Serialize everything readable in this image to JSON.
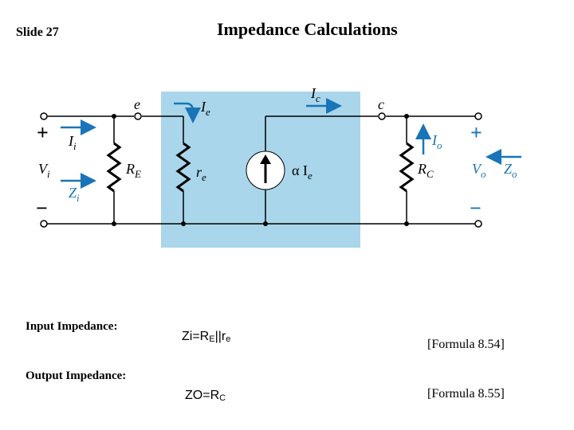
{
  "slide": {
    "number": "Slide 27",
    "title": "Impedance Calculations"
  },
  "circuit": {
    "node_e": "e",
    "node_c": "c",
    "label_Ie": "I",
    "label_Ie_sub": "e",
    "label_Ic": "I",
    "label_Ic_sub": "c",
    "label_Ii": "I",
    "label_Ii_sub": "i",
    "label_Vi": "V",
    "label_Vi_sub": "i",
    "label_Zi": "Z",
    "label_Zi_sub": "i",
    "label_RE": "R",
    "label_RE_sub": "E",
    "label_re": "r",
    "label_re_sub": "e",
    "label_alpha": "α I",
    "label_alpha_sub": "e",
    "label_Io": "I",
    "label_Io_sub": "o",
    "label_RC": "R",
    "label_RC_sub": "C",
    "label_Vo": "V",
    "label_Vo_sub": "o",
    "label_Zo": "Z",
    "label_Zo_sub": "o",
    "plus": "+",
    "minus": "−",
    "colors": {
      "box": "#a9d6ea",
      "arrow": "#1a74b8",
      "wire": "#000000"
    }
  },
  "input": {
    "label": "Input Impedance:",
    "lhs": "Zi",
    "eq": "=",
    "r1": "R",
    "r1_sub": "E",
    "par": "||",
    "r2": "r",
    "r2_sub": "e",
    "ref": "[Formula 8.54]"
  },
  "output": {
    "label": "Output Impedance:",
    "lhs": "ZO",
    "eq": "=",
    "r1": "R",
    "r1_sub": "C",
    "ref": "[Formula 8.55]"
  }
}
